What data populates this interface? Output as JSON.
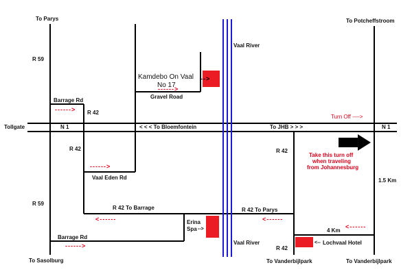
{
  "labels": {
    "to_parys_top": "To Parys",
    "to_potchefstroom": "To Potcheffstroom",
    "r59_top": "R 59",
    "r59_bottom": "R 59",
    "vaal_river_top": "Vaal River",
    "vaal_river_bottom": "Vaal River",
    "kamdebo": "Kamdebo On Vaal",
    "kamdebo_no": "No 17",
    "gravel_road": "Gravel Road",
    "barrage_rd_top": "Barrage Rd",
    "r42_top": "R 42",
    "tollgate": "Tollgate",
    "n1_left": "N 1",
    "to_bloemfontein": "< < < To Bloemfontein",
    "to_jhb": "To JHB > > >",
    "n1_right": "N 1",
    "turn_off": "Turn Off ---->",
    "r42_mid_left": "R 42",
    "r42_mid_right": "R 42",
    "take_turn_1": "Take this turn off",
    "take_turn_2": "when traveling",
    "take_turn_3": "from Johannesburg",
    "vaal_eden_rd": "Vaal Eden Rd",
    "dist_15km": "1.5 Km",
    "r42_to_barrage": "R 42 To Barrage",
    "r42_to_parys": "R 42   To Parys",
    "erina_1": "Erina",
    "erina_2": "Spa",
    "dist_4km": "4 Km",
    "barrage_rd_bottom": "Barrage Rd",
    "r42_bottom": "R 42",
    "lochvaal": "Lochvaal Hotel",
    "to_sasolburg": "To Sasolburg",
    "to_vanderbijlpark_1": "To Vanderbijlpark",
    "to_vanderbijlpark_2": "To Vanderbijlpark"
  },
  "arrows": {
    "right": "------>",
    "left": "<------",
    "kamdebo_arrow": "-->",
    "erina_arrow": "-->",
    "lochvaal_arrow": "<--"
  },
  "colors": {
    "road": "#000000",
    "river": "#1a1ad6",
    "marker": "#ec1c24",
    "accent_text": "#e0001b"
  }
}
